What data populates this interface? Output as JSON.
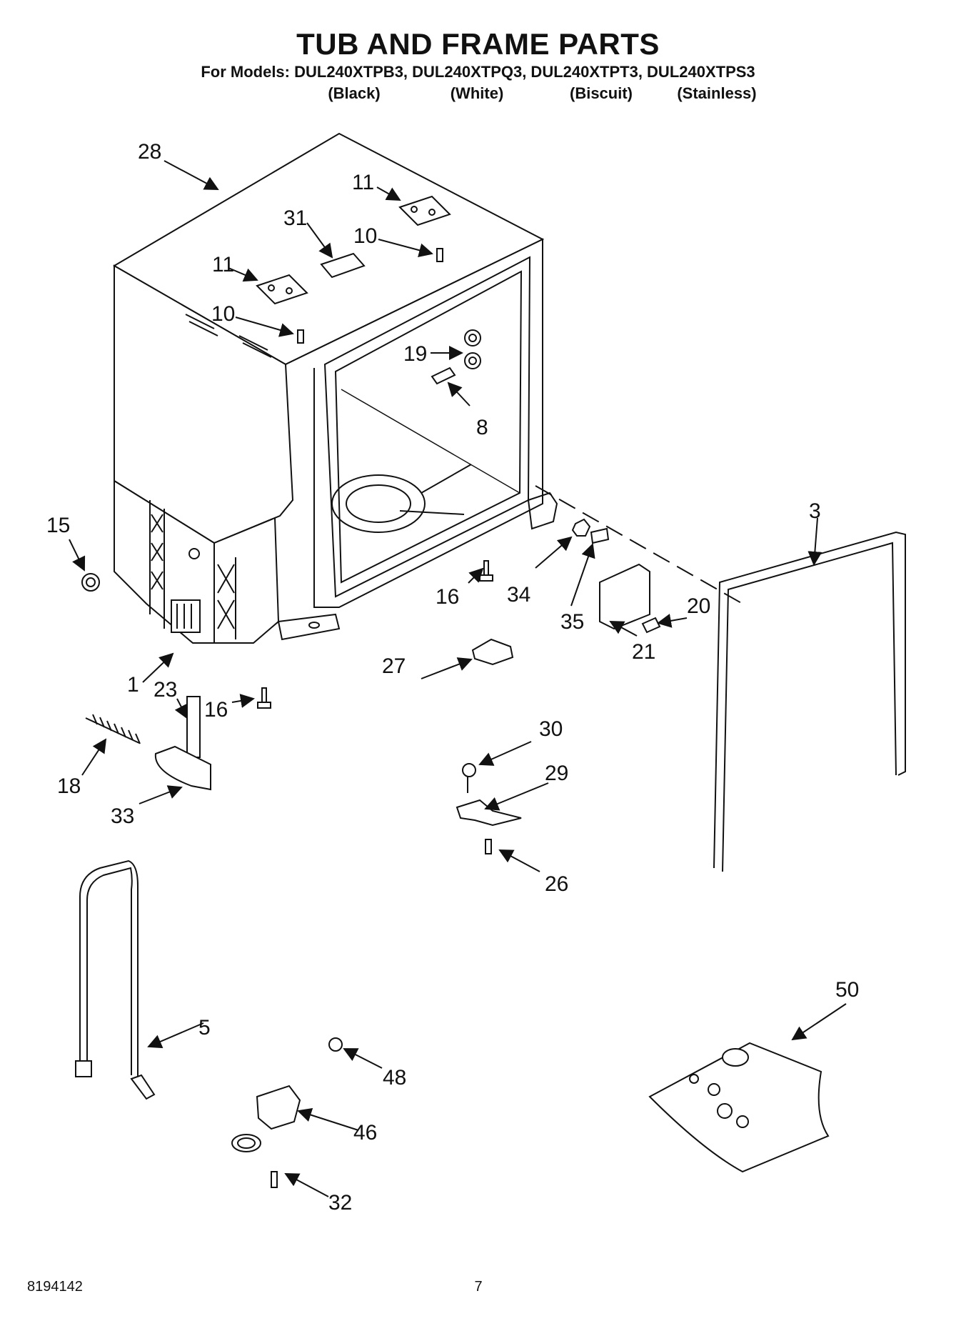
{
  "header": {
    "title": "TUB AND FRAME PARTS",
    "models_line": "For Models: DUL240XTPB3, DUL240XTPQ3, DUL240XTPT3, DUL240XTPS3",
    "variants": [
      "(Black)",
      "(White)",
      "(Biscuit)",
      "(Stainless)"
    ]
  },
  "callouts": [
    "28",
    "11",
    "31",
    "10",
    "11",
    "10",
    "19",
    "8",
    "15",
    "3",
    "16",
    "34",
    "35",
    "20",
    "21",
    "27",
    "1",
    "23",
    "16",
    "18",
    "33",
    "30",
    "29",
    "26",
    "50",
    "5",
    "48",
    "46",
    "32"
  ],
  "footer": {
    "doc_number": "8194142",
    "page_number": "7"
  }
}
